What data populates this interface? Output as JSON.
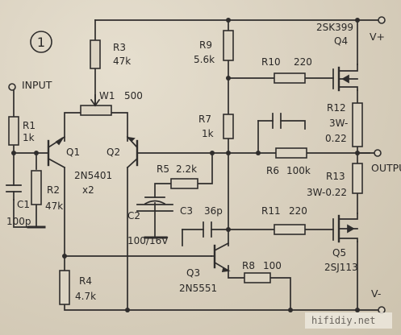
{
  "figure_number": "1",
  "terminals": {
    "input": "INPUT",
    "output": "OUTPUT",
    "v_plus": "V+",
    "v_minus": "V-"
  },
  "components": {
    "r1": {
      "ref": "R1",
      "value": "1k"
    },
    "r2": {
      "ref": "R2",
      "value": "47k"
    },
    "c1": {
      "ref": "C1",
      "value": "100p"
    },
    "q1": {
      "ref": "Q1"
    },
    "q2": {
      "ref": "Q2"
    },
    "q12_part": "2N5401",
    "q12_count": "x2",
    "r3": {
      "ref": "R3",
      "value": "47k"
    },
    "w1": {
      "ref": "W1",
      "value": "500"
    },
    "r4": {
      "ref": "R4",
      "value": "4.7k"
    },
    "r5": {
      "ref": "R5",
      "value": "2.2k"
    },
    "c2": {
      "ref": "C2",
      "value": "100/16V"
    },
    "c3": {
      "ref": "C3",
      "value": "36p"
    },
    "q3": {
      "ref": "Q3",
      "part": "2N5551"
    },
    "r8": {
      "ref": "R8",
      "value": "100"
    },
    "r9": {
      "ref": "R9",
      "value": "5.6k"
    },
    "r7": {
      "ref": "R7",
      "value": "1k"
    },
    "r10": {
      "ref": "R10",
      "value": "220"
    },
    "q4": {
      "ref": "Q4",
      "part": "2SK399"
    },
    "r12": {
      "ref": "R12",
      "value_line1": "3W-",
      "value_line2": "0.22"
    },
    "r6": {
      "ref": "R6",
      "value": "100k"
    },
    "r13": {
      "ref": "R13",
      "value": "3W-0.22"
    },
    "r11": {
      "ref": "R11",
      "value": "220"
    },
    "q5": {
      "ref": "Q5",
      "part": "2SJ113"
    }
  },
  "watermark": "hifidiy.net"
}
